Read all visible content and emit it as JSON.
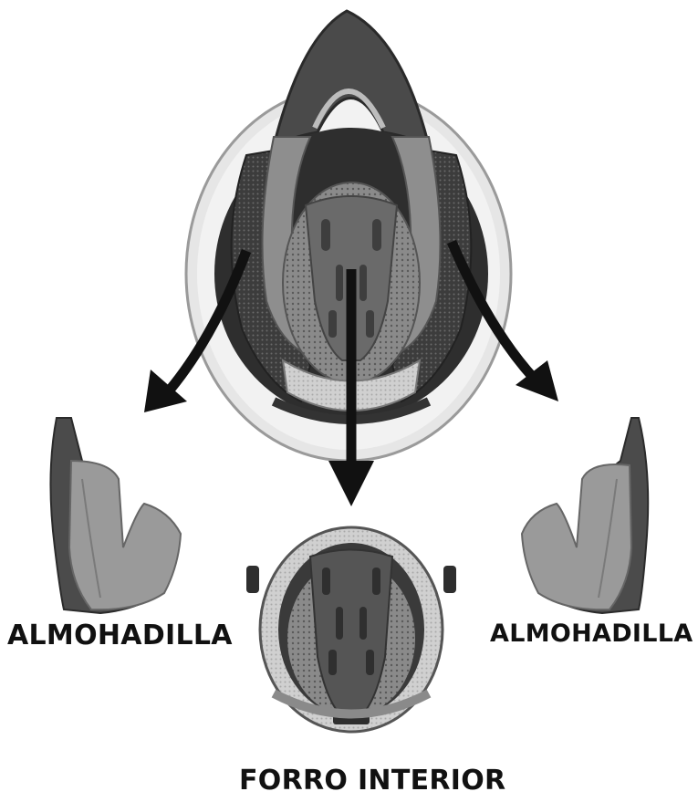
{
  "labels": {
    "left_pad": "ALMOHADILLA",
    "right_pad": "ALMOHADILLA",
    "inner_liner": "FORRO INTERIOR"
  },
  "colors": {
    "arrow": "#111111",
    "helmet_shell": "#e8e8e8",
    "foam_dark": "#3a3a3a",
    "padding_grey": "#8f8f8f",
    "mesh_light": "#c9c9c9"
  },
  "icons": {
    "helmet": "helmet-interior-icon",
    "left_pad": "cheek-pad-left-icon",
    "right_pad": "cheek-pad-right-icon",
    "liner": "inner-liner-icon",
    "arrows": "arrow-down-icon"
  }
}
